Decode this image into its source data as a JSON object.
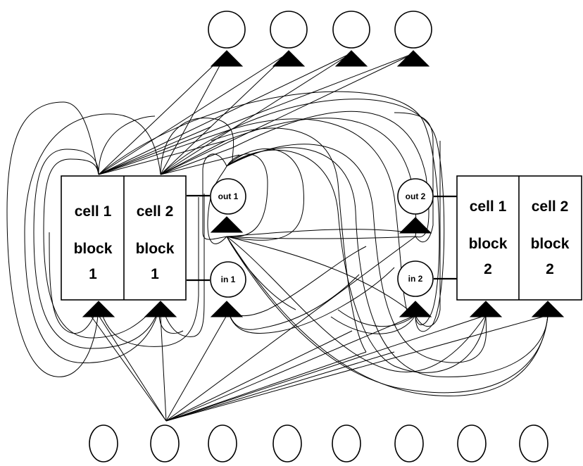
{
  "diagram": {
    "blocks": [
      {
        "id": "block1",
        "cells": [
          {
            "line1": "cell 1",
            "line2": "block",
            "line3": "1"
          },
          {
            "line1": "cell 2",
            "line2": "block",
            "line3": "1"
          }
        ]
      },
      {
        "id": "block2",
        "cells": [
          {
            "line1": "cell 1",
            "line2": "block",
            "line3": "2"
          },
          {
            "line1": "cell 2",
            "line2": "block",
            "line3": "2"
          }
        ]
      }
    ],
    "ports": {
      "out1": "out 1",
      "in1": "in 1",
      "out2": "out 2",
      "in2": "in 2"
    },
    "top_nodes_count": 4,
    "bottom_nodes_count": 8,
    "colors": {
      "stroke": "#000000",
      "background": "#ffffff"
    }
  }
}
